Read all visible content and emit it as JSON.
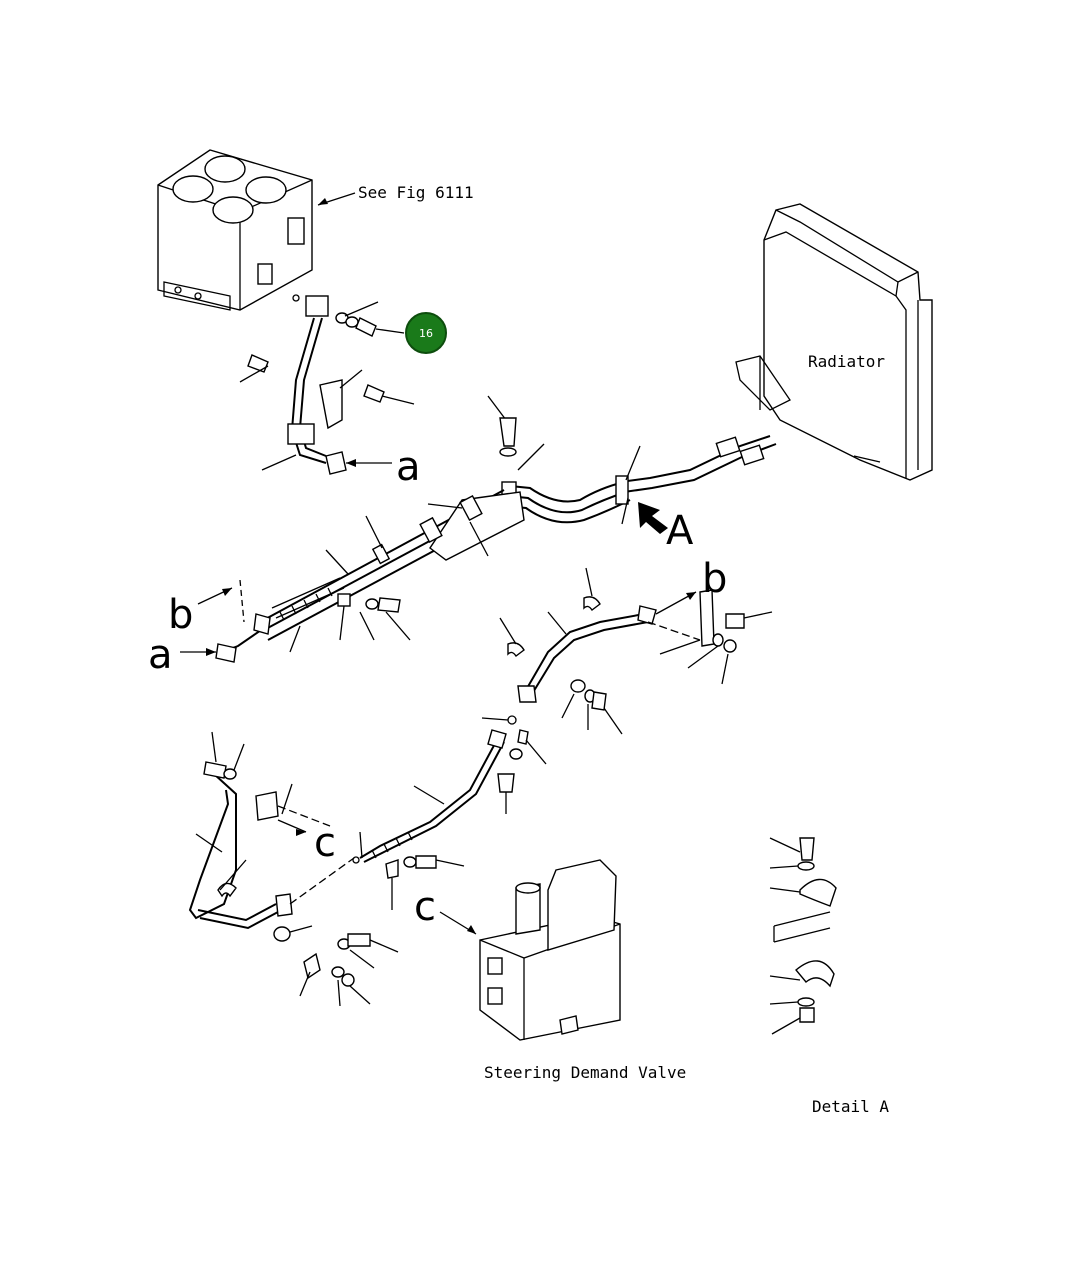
{
  "labels": {
    "see_fig": "See Fig 6111",
    "radiator": "Radiator",
    "steering_valve": "Steering Demand Valve",
    "detail": "Detail A",
    "ref_a1": "a",
    "ref_a2": "a",
    "ref_b1": "b",
    "ref_b2": "b",
    "ref_c1": "c",
    "ref_c2": "c",
    "view_A": "A"
  },
  "callouts": [
    {
      "id": "callout-16",
      "number": "16"
    }
  ],
  "colors": {
    "line": "#000000",
    "callout_fill": "#1a7a1a"
  }
}
